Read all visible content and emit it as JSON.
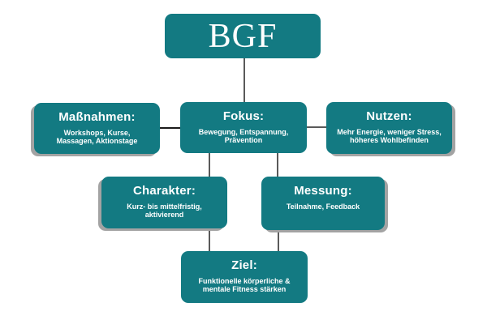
{
  "diagram": {
    "accent_color": "#137a82",
    "root": {
      "title": "BGF"
    },
    "nodes": [
      {
        "id": "massnahmen",
        "title": "Maßnahmen:",
        "body": "Workshops, Kurse,\nMassagen, Aktionstage"
      },
      {
        "id": "fokus",
        "title": "Fokus:",
        "body": "Bewegung, Entspannung,\nPrävention"
      },
      {
        "id": "nutzen",
        "title": "Nutzen:",
        "body": "Mehr Energie, weniger Stress,\nhöheres Wohlbefinden"
      },
      {
        "id": "charakter",
        "title": "Charakter:",
        "body": "Kurz- bis mittelfristig,\naktivierend"
      },
      {
        "id": "messung",
        "title": "Messung:",
        "body": "Teilnahme, Feedback"
      },
      {
        "id": "ziel",
        "title": "Ziel:",
        "body": "Funktionelle körperliche &\nmentale Fitness stärken"
      }
    ],
    "edges": [
      [
        "BGF",
        "fokus"
      ],
      [
        "massnahmen",
        "fokus"
      ],
      [
        "fokus",
        "nutzen"
      ],
      [
        "fokus",
        "charakter"
      ],
      [
        "fokus",
        "messung"
      ],
      [
        "charakter",
        "ziel"
      ],
      [
        "messung",
        "ziel"
      ]
    ]
  }
}
